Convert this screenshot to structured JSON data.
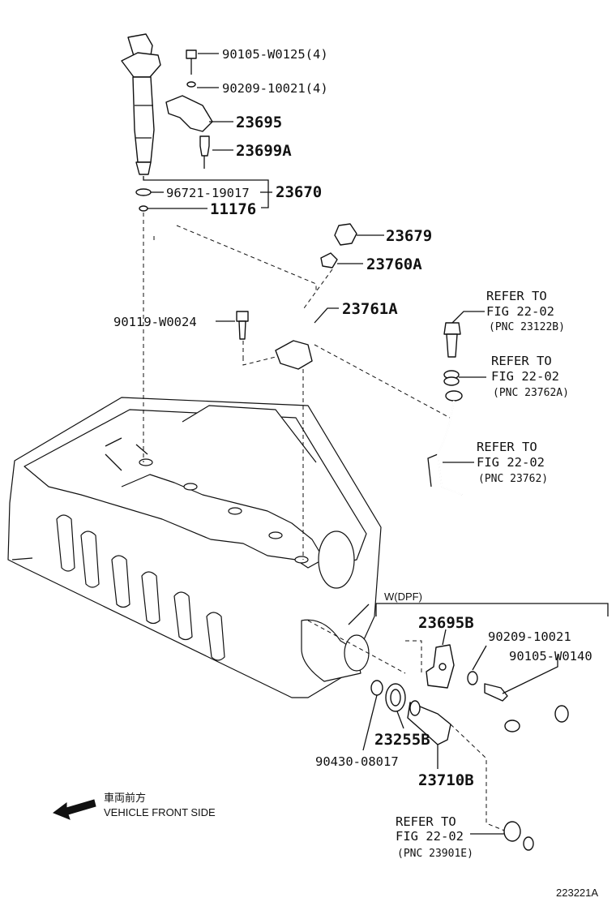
{
  "labels": {
    "p90105_w0125": "90105-W0125(4)",
    "p90209_10021_4": "90209-10021(4)",
    "p23695": "23695",
    "p23699a": "23699A",
    "p96721_19017": "96721-19017",
    "p23670": "23670",
    "p11176": "11176",
    "p23679": "23679",
    "p23760a": "23760A",
    "p23761a": "23761A",
    "p90119_w0024": "90119-W0024",
    "p23695b": "23695B",
    "p90209_10021": "90209-10021",
    "p90105_w0140": "90105-W0140",
    "p23255b": "23255B",
    "p90430_08017": "90430-08017",
    "p23710b": "23710B"
  },
  "refs": [
    {
      "l1": "REFER TO",
      "l2": "FIG 22-02",
      "l3": "(PNC 23122B)"
    },
    {
      "l1": "REFER TO",
      "l2": "FIG 22-02",
      "l3": "(PNC 23762A)"
    },
    {
      "l1": "REFER TO",
      "l2": "FIG 22-02",
      "l3": "(PNC 23762)"
    },
    {
      "l1": "REFER TO",
      "l2": "FIG 22-02",
      "l3": "(PNC 23901E)"
    }
  ],
  "wdpf": "W(DPF)",
  "direction": {
    "jp": "車両前方",
    "en": "VEHICLE FRONT SIDE"
  },
  "figure_id": "223221A"
}
